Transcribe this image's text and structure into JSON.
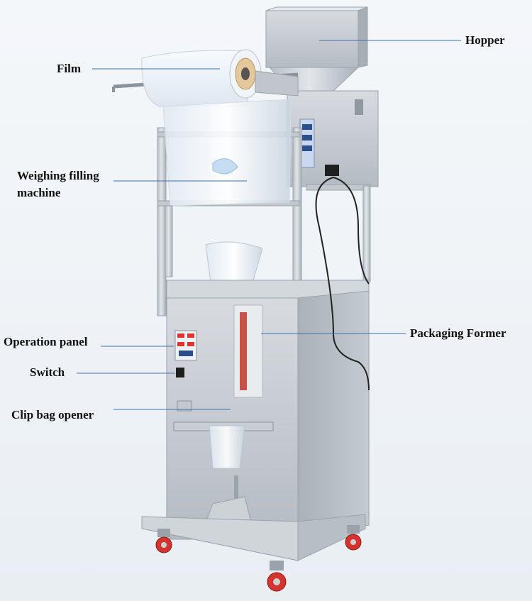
{
  "labels": {
    "hopper": "Hopper",
    "film": "Film",
    "weighing_filling_machine": "Weighing filling machine",
    "operation_panel": "Operation panel",
    "packaging_former": "Packaging Former",
    "switch": "Switch",
    "clip_bag_opener": "Clip bag opener"
  },
  "colors": {
    "leader_line": "#3f6fa8",
    "stainless": "#c9ced4",
    "caster": "#d4332f"
  }
}
